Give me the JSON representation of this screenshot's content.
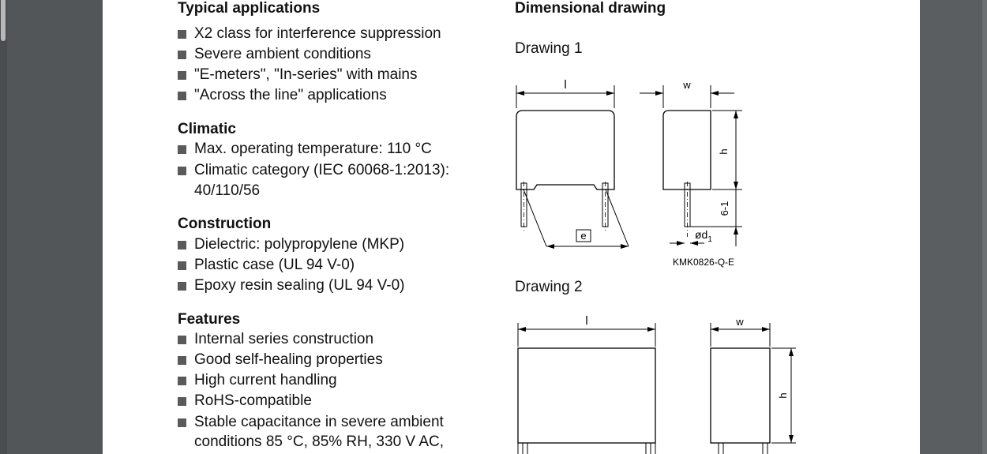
{
  "left": {
    "typical": {
      "heading": "Typical applications",
      "items": [
        "X2 class for interference suppression",
        "Severe ambient conditions",
        "\"E-meters\", \"In-series\" with mains",
        "\"Across the line\" applications"
      ]
    },
    "climatic": {
      "heading": "Climatic",
      "items": [
        "Max. operating temperature: 110 °C",
        "Climatic category (IEC 60068-1:2013):"
      ],
      "continuation": "40/110/56"
    },
    "construction": {
      "heading": "Construction",
      "items": [
        "Dielectric: polypropylene (MKP)",
        "Plastic case (UL 94 V-0)",
        "Epoxy resin sealing (UL 94 V-0)"
      ]
    },
    "features": {
      "heading": "Features",
      "items": [
        "Internal series construction",
        "Good self-healing properties",
        "High current handling",
        "RoHS-compatible",
        "Stable capacitance in severe ambient"
      ],
      "continuation": "conditions 85 °C, 85% RH, 330 V AC,"
    }
  },
  "right": {
    "heading": "Dimensional drawing",
    "drawing1": {
      "label": "Drawing 1",
      "dim_l": "l",
      "dim_w": "w",
      "dim_h": "h",
      "dim_e": "e",
      "dim_lead": "6-1",
      "dim_d": "ød",
      "dim_d_sub": "1",
      "code": "KMK0826-Q-E"
    },
    "drawing2": {
      "label": "Drawing 2",
      "dim_l": "l",
      "dim_w": "w",
      "dim_h": "h"
    }
  }
}
